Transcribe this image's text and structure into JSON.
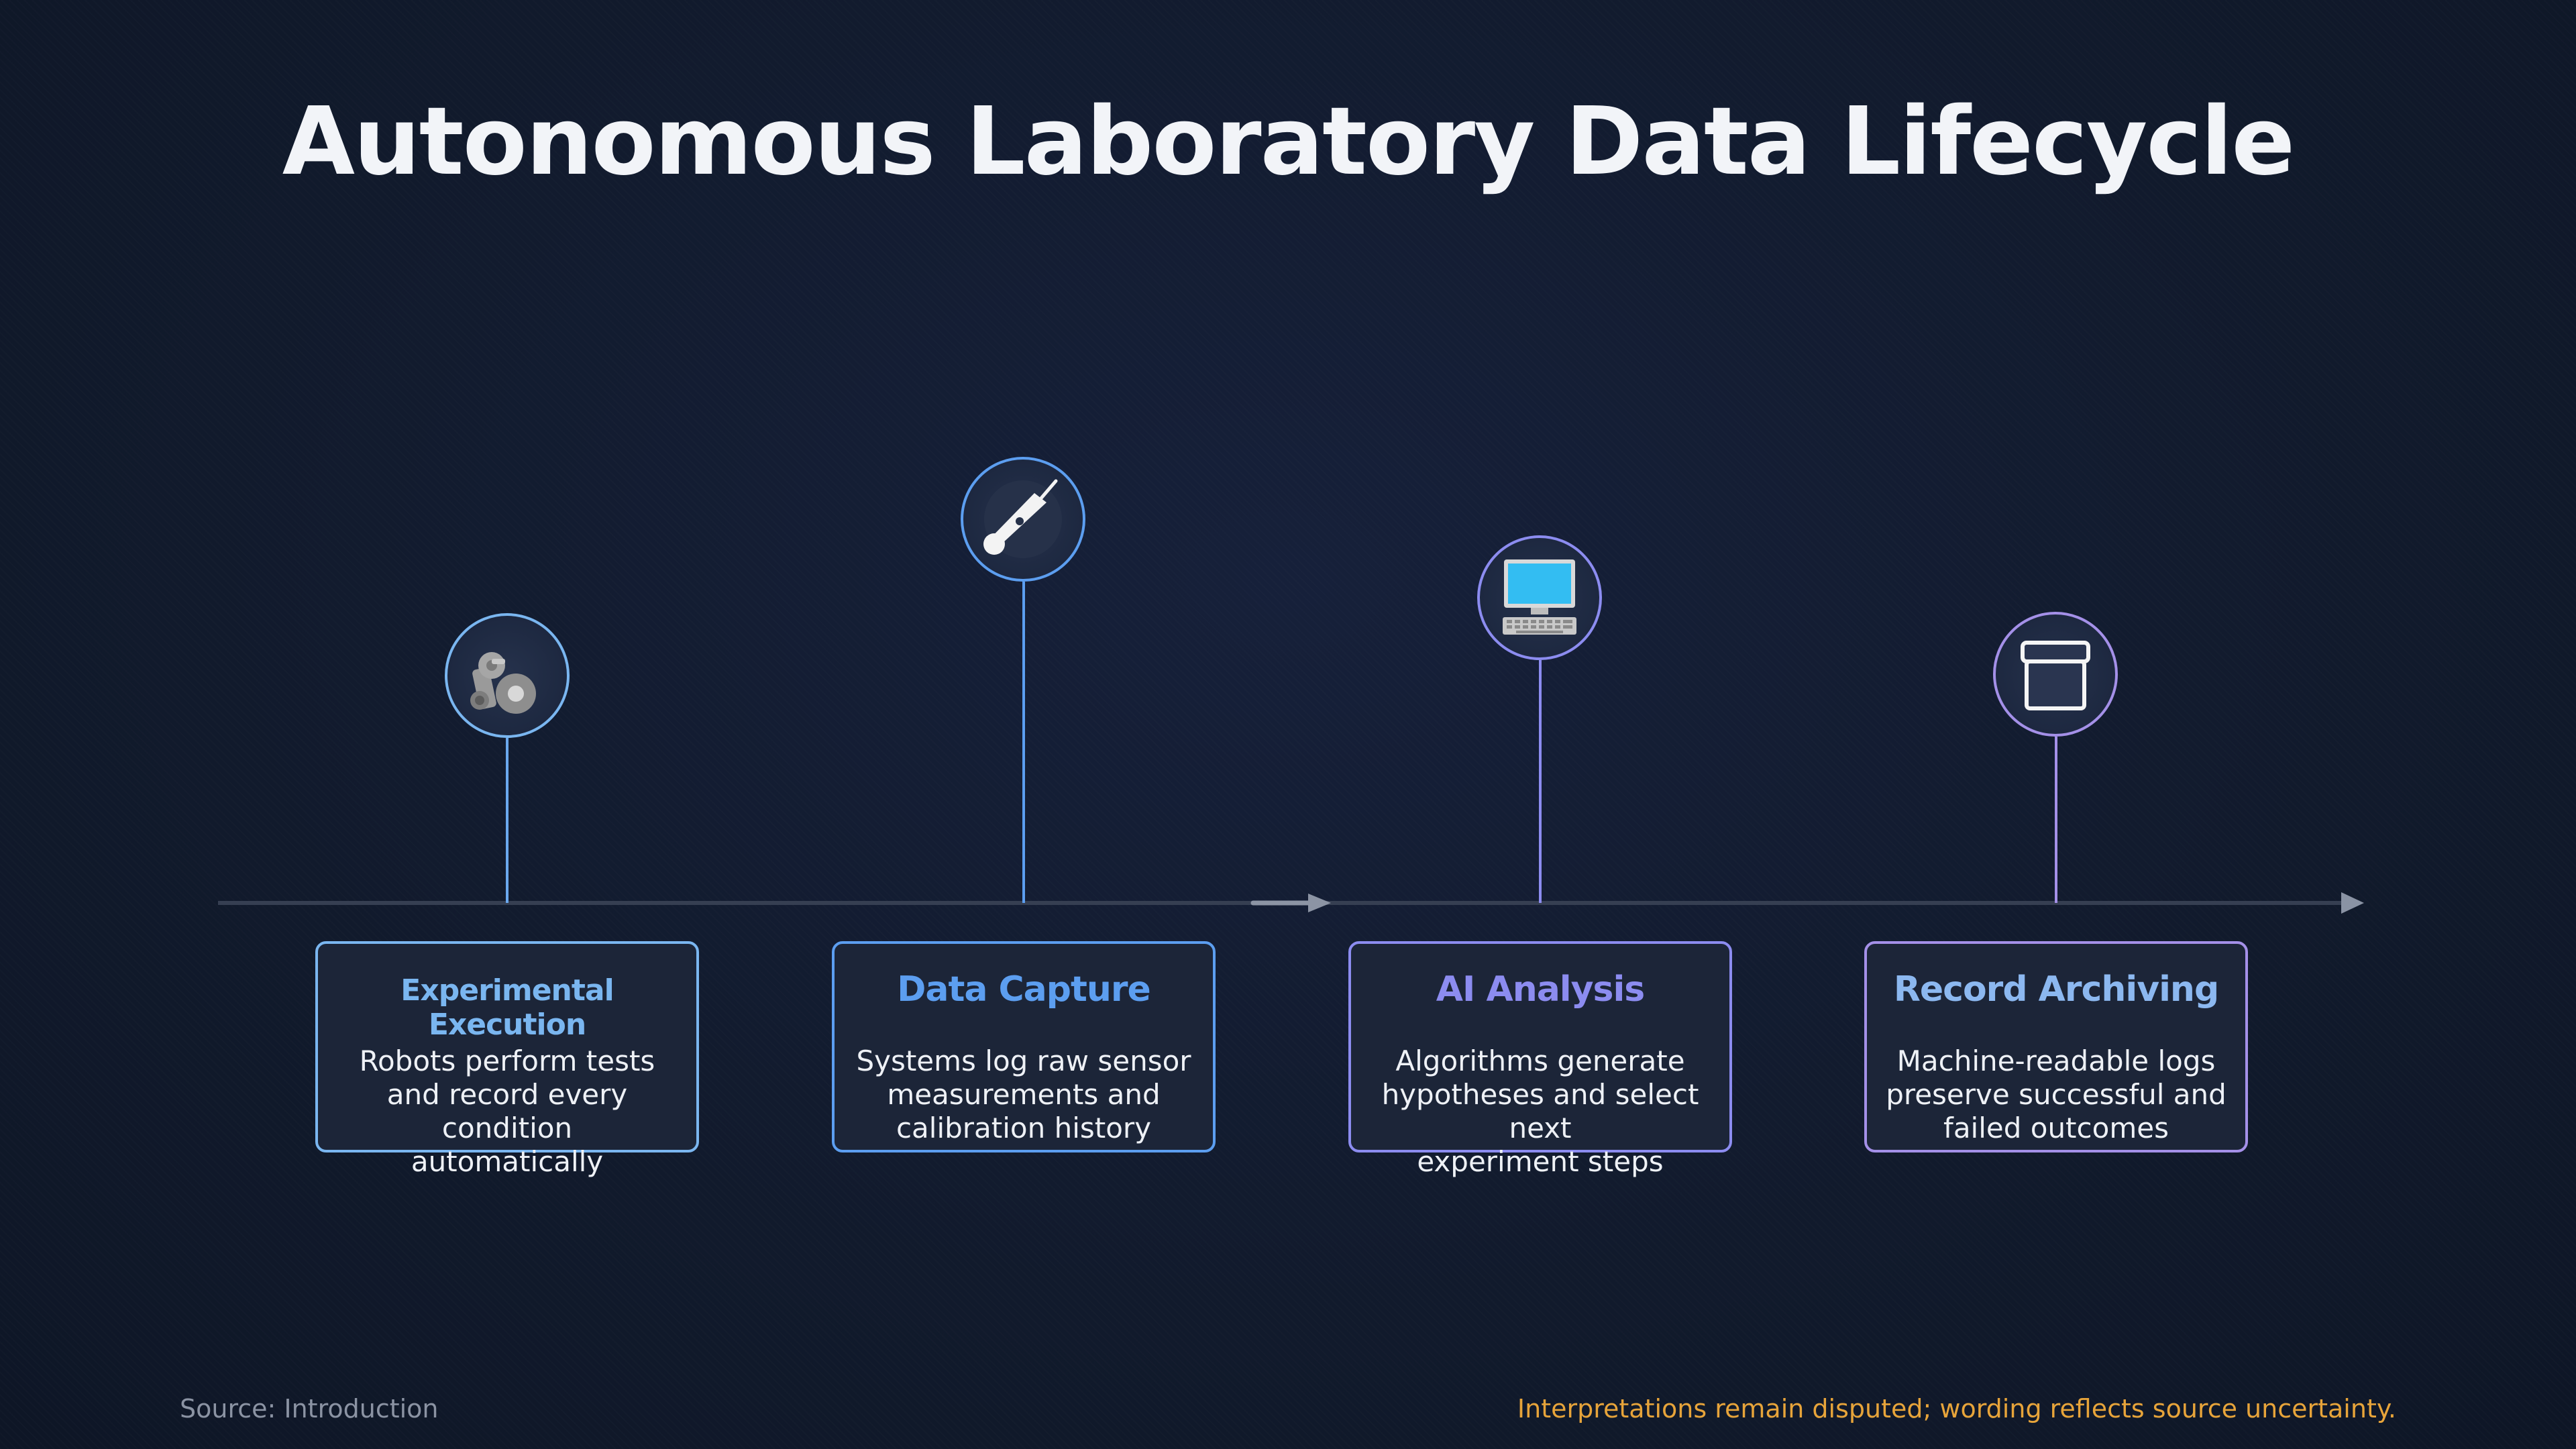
{
  "title": "Autonomous Laboratory Data Lifecycle",
  "colors": {
    "stage1": "#7ab6f0",
    "stage2": "#5c9ef0",
    "stage3": "#8c8cf0",
    "stage4": "#a490e8",
    "axis": "#3a4457",
    "footer_note": "#e7a43a"
  },
  "stages": [
    {
      "title": "Experimental Execution",
      "description": [
        "Robots perform tests",
        "and record every condition",
        "automatically"
      ],
      "icon": "robot-arm-icon"
    },
    {
      "title": "Data Capture",
      "description": [
        "Systems log raw sensor",
        "measurements and",
        "calibration history"
      ],
      "icon": "sensor-probe-icon"
    },
    {
      "title": "AI Analysis",
      "description": [
        "Algorithms generate",
        "hypotheses and select next",
        "experiment steps"
      ],
      "icon": "computer-icon"
    },
    {
      "title": "Record Archiving",
      "description": [
        "Machine-readable logs",
        "preserve successful and",
        "failed outcomes"
      ],
      "icon": "archive-box-icon"
    }
  ],
  "footer": {
    "source": "Source: Introduction",
    "note": "Interpretations remain disputed; wording reflects source uncertainty."
  }
}
